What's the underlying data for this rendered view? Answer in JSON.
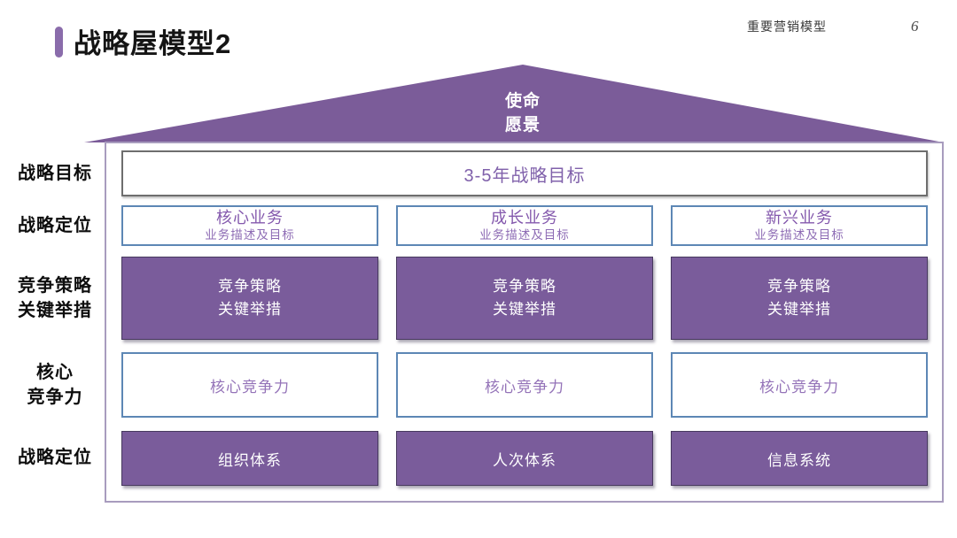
{
  "header": {
    "title": "战略屋模型2",
    "corner_label": "重要营销模型",
    "page_number": "6",
    "accent_color": "#8a6cab"
  },
  "roof": {
    "line1": "使命",
    "line2": "愿景",
    "fill_color": "#7b5c99"
  },
  "side_labels": {
    "goal": "战略目标",
    "positioning": "战略定位",
    "strategy_line1": "竞争策略",
    "strategy_line2": "关键举措",
    "core_line1": "核心",
    "core_line2": "竞争力",
    "systems": "战略定位"
  },
  "rows": {
    "goal_box": "3-5年战略目标",
    "positioning_boxes": [
      {
        "title": "核心业务",
        "subtitle": "业务描述及目标"
      },
      {
        "title": "成长业务",
        "subtitle": "业务描述及目标"
      },
      {
        "title": "新兴业务",
        "subtitle": "业务描述及目标"
      }
    ],
    "strategy_boxes": [
      {
        "line1": "竞争策略",
        "line2": "关键举措"
      },
      {
        "line1": "竞争策略",
        "line2": "关键举措"
      },
      {
        "line1": "竞争策略",
        "line2": "关键举措"
      }
    ],
    "competence_boxes": [
      {
        "label": "核心竞争力"
      },
      {
        "label": "核心竞争力"
      },
      {
        "label": "核心竞争力"
      }
    ],
    "system_boxes": [
      {
        "label": "组织体系"
      },
      {
        "label": "人次体系"
      },
      {
        "label": "信息系统"
      }
    ]
  },
  "colors": {
    "purple_box_fill": "#7a5c9b",
    "blue_border": "#5d87b5",
    "purple_text": "#8459ad",
    "gray_border": "#6e6e6e",
    "house_outline": "#a89cbe"
  }
}
